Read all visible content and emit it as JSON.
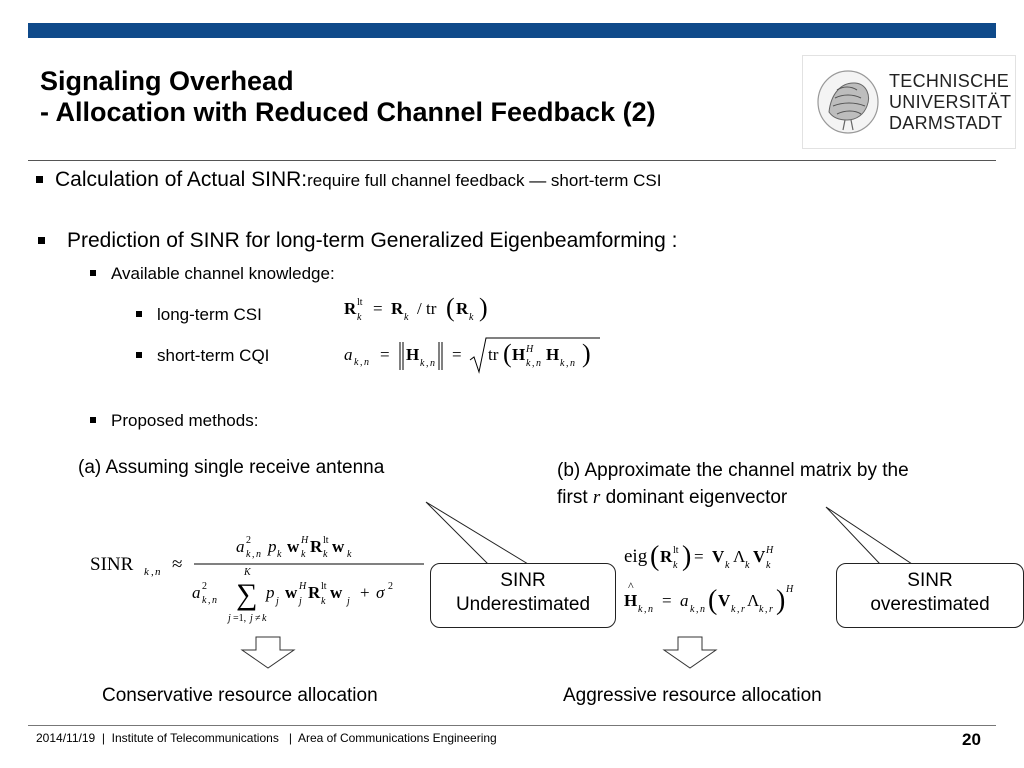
{
  "title": {
    "line1": "Signaling Overhead",
    "line2": "- Allocation with Reduced Channel Feedback (2)"
  },
  "logo": {
    "line1": "TECHNISCHE",
    "line2": "UNIVERSITÄT",
    "line3": "DARMSTADT"
  },
  "bullets": {
    "b1_lead": "Calculation of Actual SINR:",
    "b1_rest": "require full channel feedback — short-term CSI",
    "b2": "Prediction of SINR for long-term Generalized Eigenbeamforming :",
    "b2_sub": "Available channel knowledge:",
    "longterm": "long-term CSI",
    "shortterm": "short-term CQI",
    "proposed": "Proposed methods:"
  },
  "methods": {
    "a_label": "(a) Assuming single receive antenna",
    "b_label_line1": "(b) Approximate the channel matrix by the",
    "b_label_line2_pre": "first",
    "b_label_line2_var": "r",
    "b_label_line2_post": "dominant eigenvector"
  },
  "bubbles": {
    "under_line1": "SINR",
    "under_line2": "Underestimated",
    "over_line1": "SINR",
    "over_line2": "overestimated"
  },
  "outcomes": {
    "conservative": "Conservative resource allocation",
    "aggressive": "Aggressive resource allocation"
  },
  "footer": {
    "text": "2014/11/19  |  Institute of Telecommunications   |  Area of Communications Engineering",
    "page": "20"
  },
  "colors": {
    "topbar": "#0f4a8a"
  }
}
